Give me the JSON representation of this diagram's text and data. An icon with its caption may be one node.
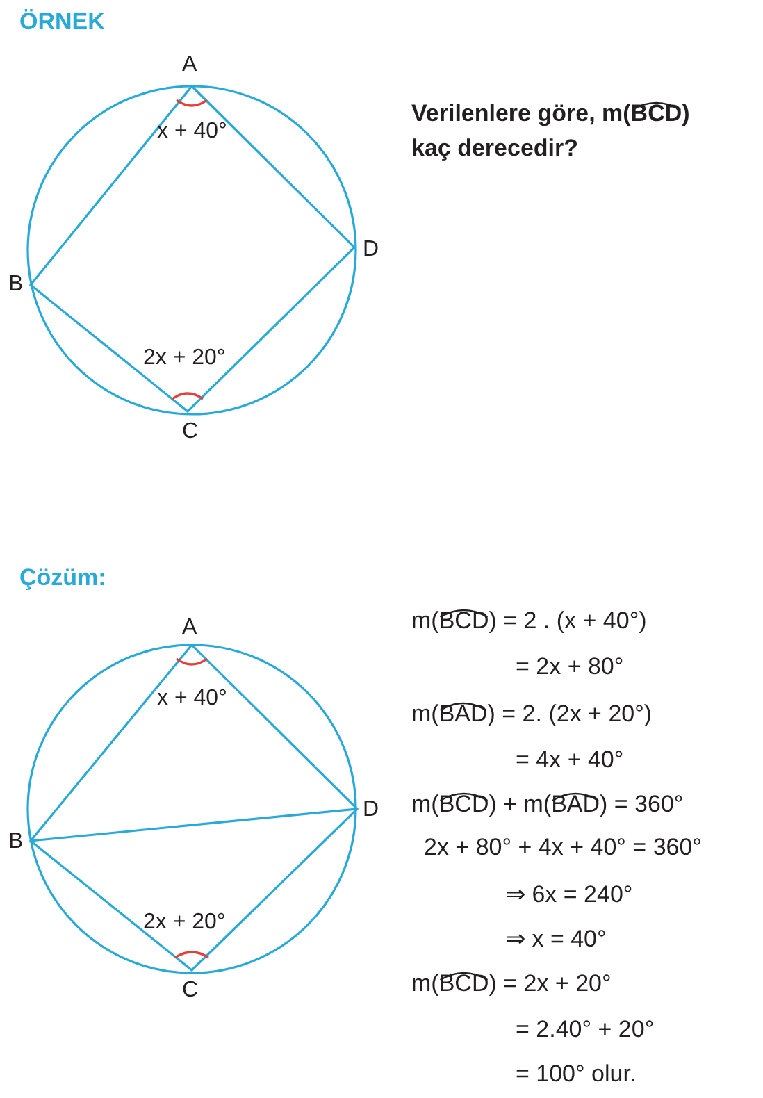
{
  "diagram": {
    "labels": [
      "ÖRNEK",
      "A",
      "x + 40°",
      "B",
      "D",
      "2x + 20°",
      "C",
      "Verilenlere göre, m(BCD) kaç derecedir?",
      "Çözüm:",
      "A",
      "x + 40°",
      "B",
      "D",
      "2x + 20°",
      "C",
      "m(BCD) = 2 . (x + 40°)",
      "= 2x + 80°",
      "m(BAD) = 2. (2x + 20°)",
      "= 4x + 40°",
      "m(BCD) + m(BAD) = 360°",
      "2x + 80° + 4x + 40° = 360°",
      "⇒ 6x = 240°",
      "⇒ x = 40°",
      "m(BCD) = 2x + 20°",
      "= 2.40° + 20°",
      "= 100° olur."
    ]
  }
}
